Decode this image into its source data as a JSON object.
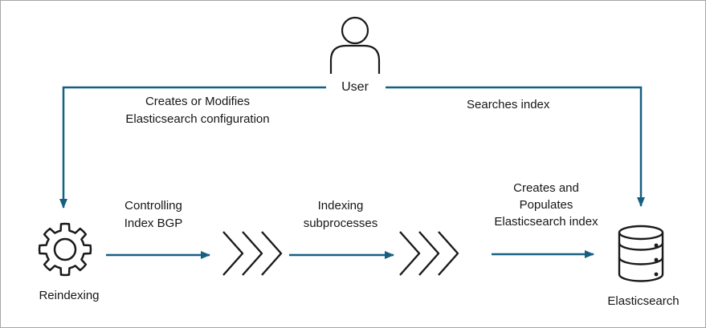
{
  "diagram": {
    "background": "#ffffff",
    "border_color": "#a6a6a6",
    "accent_color": "#156082",
    "icon_color": "#1a1a1a",
    "text_color": "#161616",
    "nodes": {
      "user": {
        "label": "User",
        "icon": "person-icon"
      },
      "reindexing": {
        "label": "Reindexing",
        "icon": "gear-icon"
      },
      "elasticsearch": {
        "label": "Elasticsearch",
        "icon": "database-icon"
      }
    },
    "edges": {
      "user_to_reindexing": {
        "line1": "Creates or Modifies",
        "line2": "Elasticsearch configuration"
      },
      "user_to_elasticsearch": {
        "label": "Searches index"
      },
      "reindexing_to_subprocesses": {
        "line1": "Controlling",
        "line2": "Index BGP"
      },
      "subprocess_stage": {
        "line1": "Indexing",
        "line2": "subprocesses"
      },
      "subprocesses_to_elasticsearch": {
        "line1": "Creates and",
        "line2": "Populates",
        "line3": "Elasticsearch index"
      }
    }
  }
}
